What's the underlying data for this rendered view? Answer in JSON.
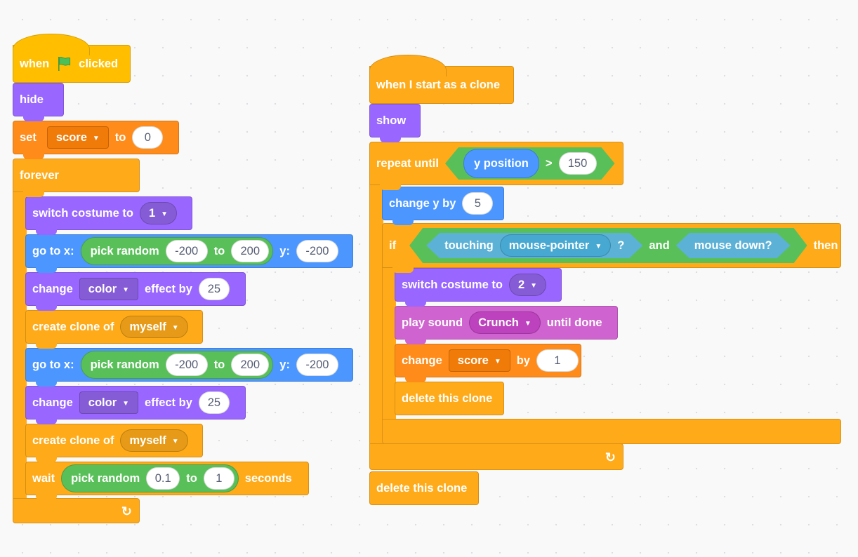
{
  "script_left": {
    "when_flag_clicked": {
      "when": "when",
      "clicked": "clicked",
      "icon": "green-flag-icon"
    },
    "hide": "hide",
    "set_var": {
      "label": "set",
      "variable": "score",
      "to": "to",
      "value": "0"
    },
    "forever": "forever",
    "switch_costume": {
      "label": "switch costume to",
      "costume": "1"
    },
    "go_to_1": {
      "label": "go to x:",
      "random": "pick random",
      "from": "-200",
      "to": "to",
      "to_value": "200",
      "y_label": "y:",
      "y_value": "-200"
    },
    "change_effect_1": {
      "label": "change",
      "effect": "color",
      "by": "effect by",
      "value": "25"
    },
    "create_clone_1": {
      "label": "create clone of",
      "target": "myself"
    },
    "go_to_2": {
      "label": "go to x:",
      "random": "pick random",
      "from": "-200",
      "to": "to",
      "to_value": "200",
      "y_label": "y:",
      "y_value": "-200"
    },
    "change_effect_2": {
      "label": "change",
      "effect": "color",
      "by": "effect by",
      "value": "25"
    },
    "create_clone_2": {
      "label": "create clone of",
      "target": "myself"
    },
    "wait": {
      "label": "wait",
      "random": "pick random",
      "from": "0.1",
      "to": "to",
      "to_value": "1",
      "seconds": "seconds"
    }
  },
  "script_right": {
    "clone_hat": "when I start as a clone",
    "show": "show",
    "repeat_until": {
      "label": "repeat until",
      "reporter": "y position",
      "op": ">",
      "value": "150"
    },
    "change_y": {
      "label": "change y by",
      "value": "5"
    },
    "if_block": {
      "if": "if",
      "touching": "touching",
      "target": "mouse-pointer",
      "q": "?",
      "and": "and",
      "mouse_down": "mouse down?",
      "then": "then"
    },
    "switch_costume": {
      "label": "switch costume to",
      "costume": "2"
    },
    "play_sound": {
      "label": "play sound",
      "sound": "Crunch",
      "until": "until done"
    },
    "change_var": {
      "label": "change",
      "variable": "score",
      "by": "by",
      "value": "1"
    },
    "delete_clone_inner": "delete this clone",
    "delete_clone_outer": "delete this clone"
  },
  "colors": {
    "events": "#ffbf00",
    "control": "#ffab19",
    "looks": "#9966ff",
    "motion": "#4c97ff",
    "variables": "#ff8c1a",
    "sound": "#cf63cf",
    "sensing": "#5cb1d6",
    "operators": "#59c059",
    "canvas": "#f9f9f9"
  }
}
